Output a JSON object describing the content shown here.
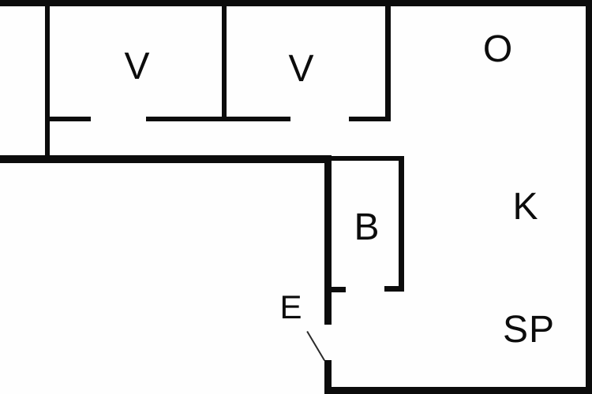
{
  "plan": {
    "type": "floor-plan",
    "colors": {
      "wall": "#0c0c0c",
      "background": "#fefefe"
    },
    "rooms": {
      "v1": {
        "label": "V"
      },
      "v2": {
        "label": "V"
      },
      "o": {
        "label": "O"
      },
      "b": {
        "label": "B"
      },
      "k": {
        "label": "K"
      },
      "sp": {
        "label": "SP"
      },
      "e": {
        "label": "E"
      }
    }
  }
}
